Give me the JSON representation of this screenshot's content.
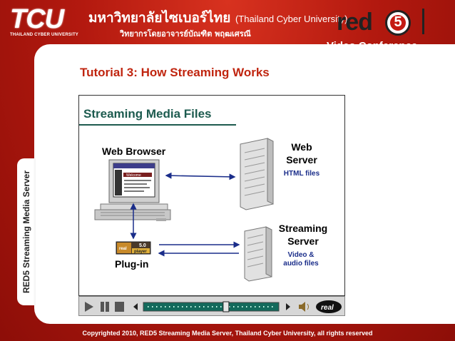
{
  "header": {
    "logo_text": "TCU",
    "logo_subtext": "THAILAND CYBER UNIVERSITY",
    "title_thai": "มหาวิทยาลัยไซเบอร์ไทย",
    "title_en": "(Thailand Cyber University)",
    "subtitle_thai": "วิทยากรโดยอาจารย์บัณฑิต พฤฒเศรณี",
    "brand_word": "red",
    "brand_digit": "5",
    "brand_tagline": "Video Conference"
  },
  "side_tab": {
    "label": "RED5 Streaming Media Server"
  },
  "tutorial": {
    "title": "Tutorial 3: How Streaming Works"
  },
  "slide": {
    "title": "Streaming Media Files",
    "web_browser_label": "Web Browser",
    "web_server_label_1": "Web",
    "web_server_label_2": "Server",
    "html_files_label": "HTML files",
    "streaming_server_label_1": "Streaming",
    "streaming_server_label_2": "Server",
    "video_files_label_1": "Video &",
    "video_files_label_2": "audio files",
    "plugin_label": "Plug-in",
    "player_badge_top": "5.0",
    "player_badge_bottom": "player",
    "player_badge_brand": "real",
    "browser_page_heading": "Welcome"
  },
  "player": {
    "brand": "real",
    "progress": 0.61
  },
  "footer": {
    "copyright": "Copyrighted 2010, RED5 Streaming Media Server, Thailand Cyber University, all rights reserved"
  },
  "colors": {
    "accent_red": "#c0250f",
    "slide_title": "#1d5b4f",
    "label_blue": "#1a2d8a"
  }
}
